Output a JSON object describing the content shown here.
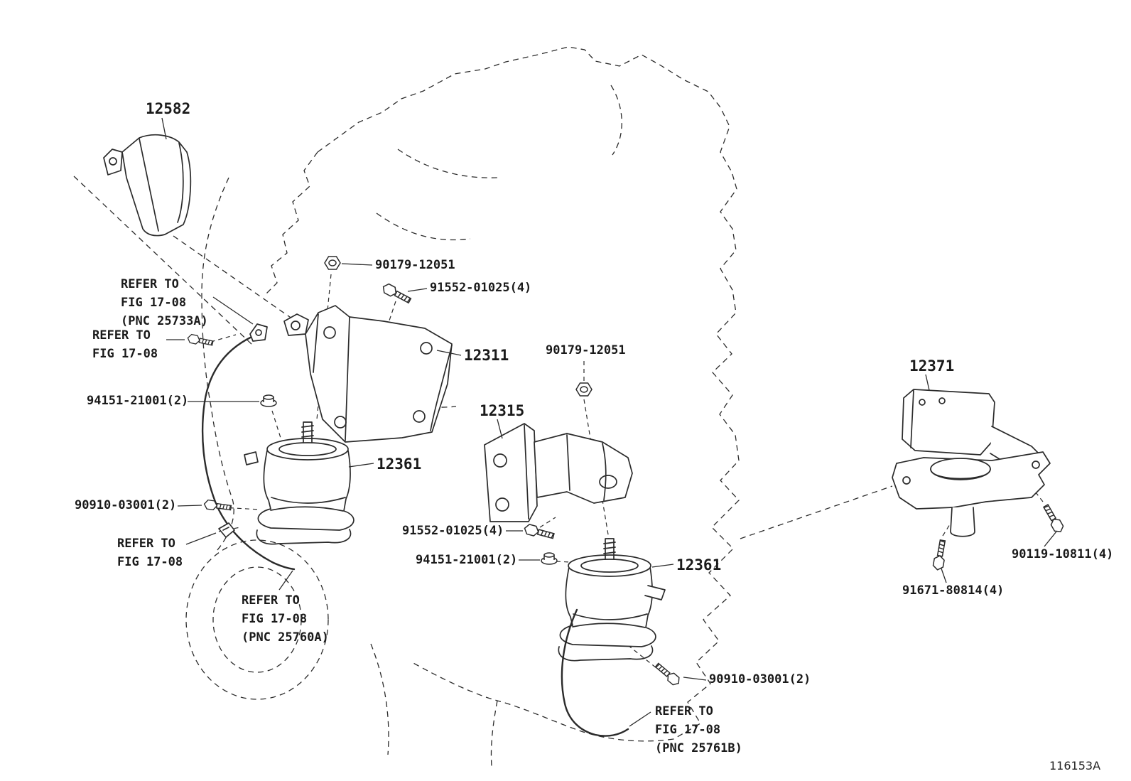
{
  "colors": {
    "line": "#2b2b2b",
    "background": "#ffffff"
  },
  "figure": {
    "code": "116153A"
  },
  "part_labels": {
    "p12582": "12582",
    "p12311": "12311",
    "p12315": "12315",
    "p12361_left": "12361",
    "p12361_right": "12361",
    "p12371": "12371"
  },
  "fastener_labels": {
    "n90179_top": "90179-12051",
    "n90179_right": "90179-12051",
    "n91552_top": "91552-01025(4)",
    "n91552_mid": "91552-01025(4)",
    "n94151_left": "94151-21001(2)",
    "n94151_mid": "94151-21001(2)",
    "n90910_left": "90910-03001(2)",
    "n90910_right": "90910-03001(2)",
    "n90119": "90119-10811(4)",
    "n91671": "91671-80814(4)"
  },
  "notes": {
    "refer_25733a": "REFER TO\nFIG 17-08\n(PNC 25733A)",
    "refer_left_upper": "REFER TO\nFIG 17-08",
    "refer_left_lower": "REFER TO\nFIG 17-08",
    "refer_25760a": "REFER TO\nFIG 17-08\n(PNC 25760A)",
    "refer_25761b": "REFER TO\nFIG 17-08\n(PNC 25761B)"
  }
}
